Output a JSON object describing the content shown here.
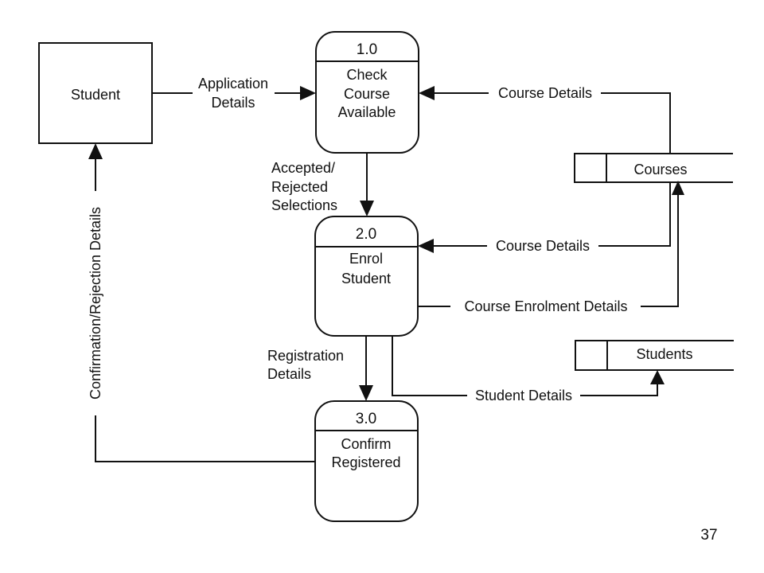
{
  "entities": {
    "student": "Student"
  },
  "processes": [
    {
      "number": "1.0",
      "line1": "Check",
      "line2": "Course",
      "line3": "Available"
    },
    {
      "number": "2.0",
      "line1": "Enrol",
      "line2": "Student"
    },
    {
      "number": "3.0",
      "line1": "Confirm",
      "line2": "Registered"
    }
  ],
  "stores": {
    "courses": "Courses",
    "students": "Students"
  },
  "flows": {
    "application_details": [
      "Application",
      "Details"
    ],
    "course_details_to_check": "Course Details",
    "accepted_rejected": [
      "Accepted/",
      "Rejected",
      "Selections"
    ],
    "course_details_to_enrol": "Course Details",
    "course_enrolment_details": "Course Enrolment Details",
    "registration_details": [
      "Registration",
      "Details"
    ],
    "student_details": "Student Details",
    "confirmation_rejection": "Confirmation/Rejection Details"
  },
  "page_number": "37"
}
